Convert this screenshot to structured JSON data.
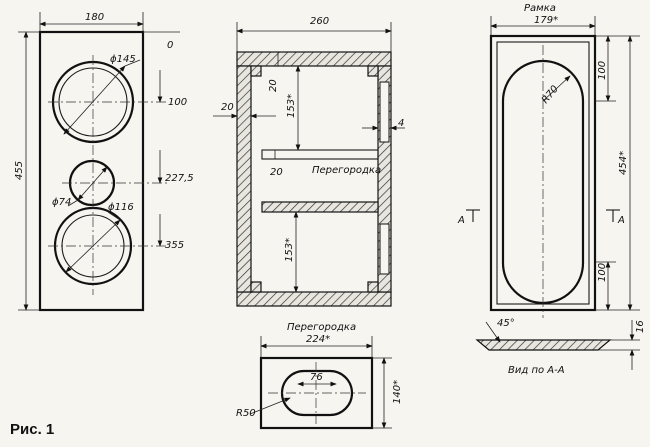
{
  "figure_caption": "Рис. 1",
  "front_panel": {
    "width": "180",
    "height": "455",
    "zero_mark": "0",
    "level_1": "100",
    "level_2": "227,5",
    "level_3": "355",
    "hole_top": "ϕ145",
    "hole_mid": "ϕ74",
    "hole_bottom": "ϕ116"
  },
  "section_view": {
    "depth": "260",
    "board_left": "20",
    "board_top": "20",
    "upper_chamber": "153*",
    "partition_thickness": "20",
    "lower_chamber": "153*",
    "frame_gap": "4",
    "partition_label": "Перегородка"
  },
  "partition_detail": {
    "title": "Перегородка",
    "width": "224*",
    "height": "140*",
    "slot_length": "76",
    "slot_radius": "R50"
  },
  "frame_view": {
    "title": "Рамка",
    "width": "179*",
    "height": "454*",
    "top_offset": "100",
    "bottom_offset": "100",
    "corner_radius": "R70",
    "section_mark_left": "A",
    "section_mark_right": "A",
    "bevel_angle": "45°",
    "thickness": "16",
    "section_caption": "Вид по А-А"
  }
}
